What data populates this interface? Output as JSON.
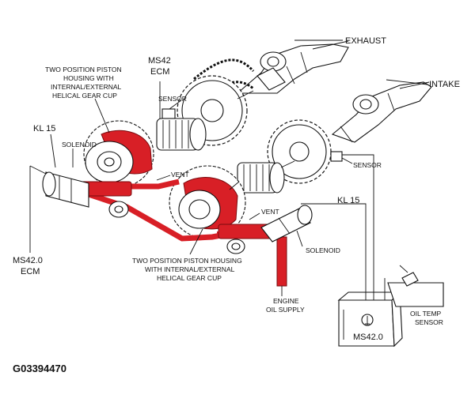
{
  "figure_code": "G03394470",
  "labels": {
    "exhaust": "EXHAUST",
    "intake": "INTAKE",
    "ms42_ecm_top_1": "MS42",
    "ms42_ecm_top_2": "ECM",
    "sensor_top": "SENSOR",
    "sensor_right": "SENSOR",
    "piston_housing_top_1": "TWO POSITION PISTON",
    "piston_housing_top_2": "HOUSING WITH",
    "piston_housing_top_3": "INTERNAL/EXTERNAL",
    "piston_housing_top_4": "HELICAL GEAR CUP",
    "kl15_left": "KL 15",
    "solenoid_left": "SOLENOID",
    "vent_upper": "VENT",
    "vent_lower": "VENT",
    "kl15_right": "KL 15",
    "ms420_ecm_left_1": "MS42.0",
    "ms420_ecm_left_2": "ECM",
    "piston_housing_bottom_1": "TWO POSITION PISTON HOUSING",
    "piston_housing_bottom_2": "WITH INTERNAL/EXTERNAL",
    "piston_housing_bottom_3": "HELICAL GEAR CUP",
    "solenoid_right": "SOLENOID",
    "engine_oil_1": "ENGINE",
    "engine_oil_2": "OIL SUPPLY",
    "oil_temp_1": "OIL TEMP",
    "oil_temp_2": "SENSOR",
    "ecm_box_label": "MS42.0"
  },
  "colors": {
    "oil_red": "#d81f26",
    "line": "#111111",
    "background": "#ffffff"
  }
}
